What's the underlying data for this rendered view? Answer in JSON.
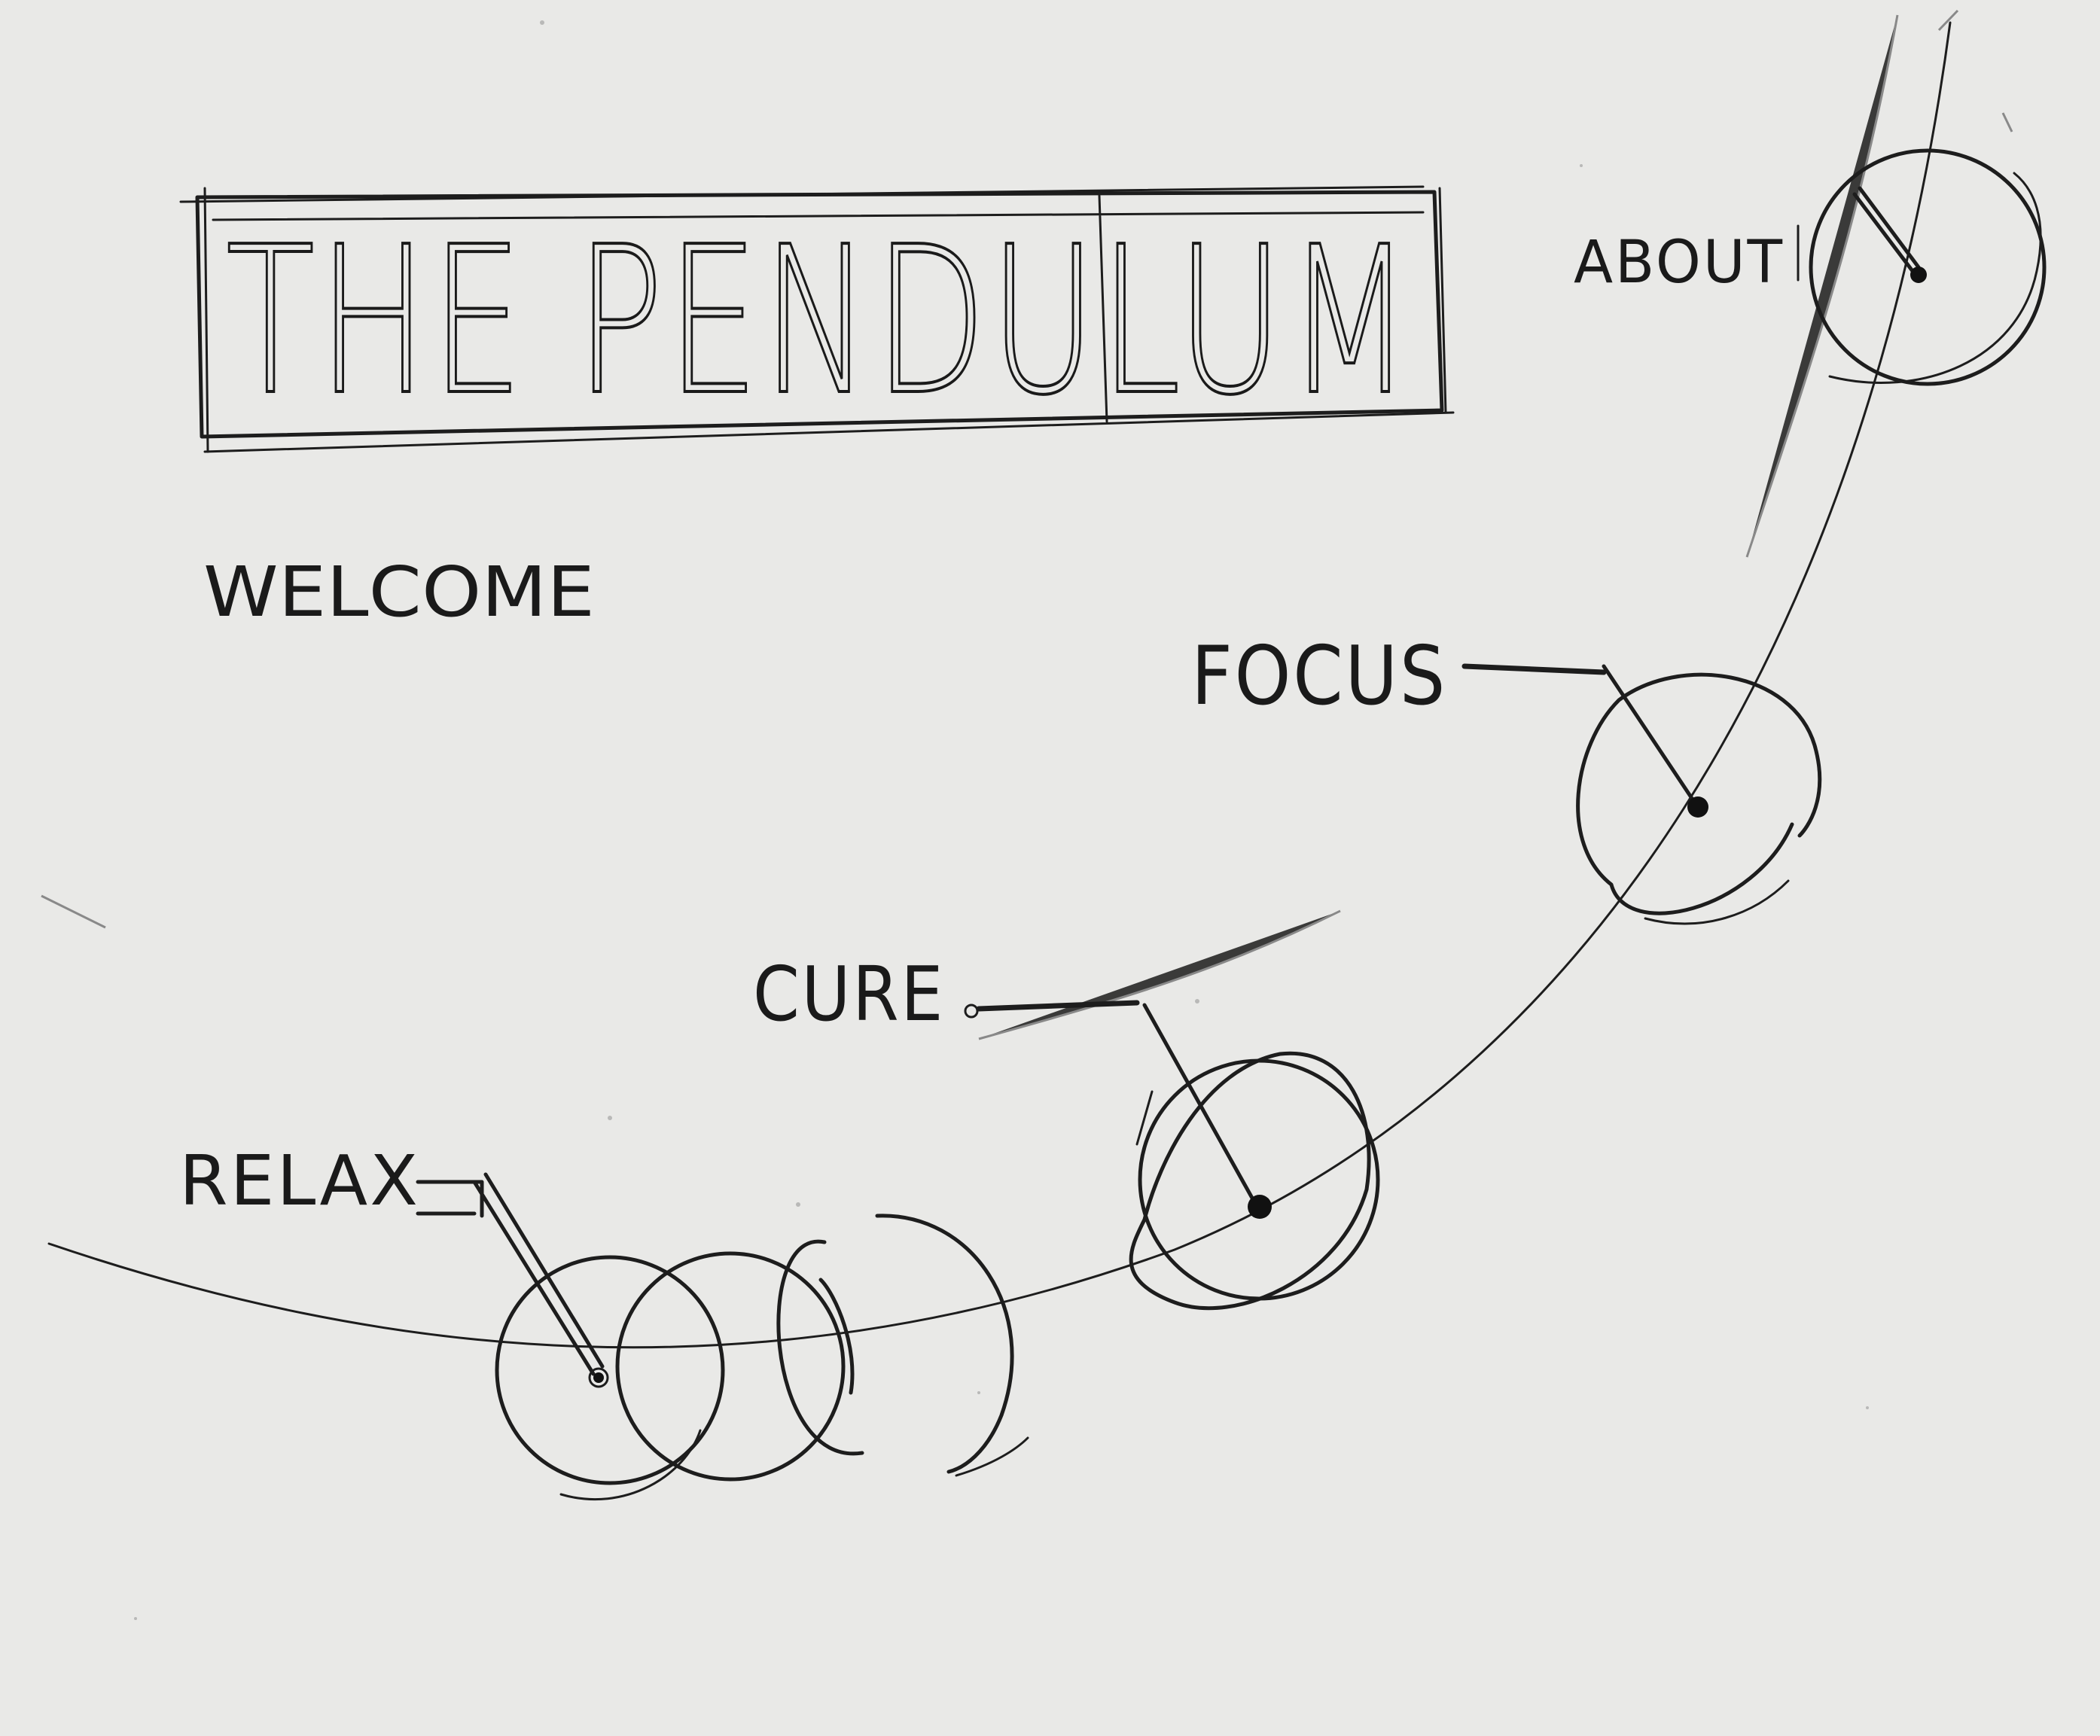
{
  "title": "THE PENDULUM",
  "welcome": "WELCOME",
  "nav": {
    "about": "ABOUT",
    "focus": "FOCUS",
    "cure": "CURE",
    "relax": "RELAX"
  },
  "colors": {
    "paper": "#e9e9e7",
    "ink": "#1d1d1d"
  },
  "icons": {
    "pendulum_bob": "circle-with-hand"
  }
}
